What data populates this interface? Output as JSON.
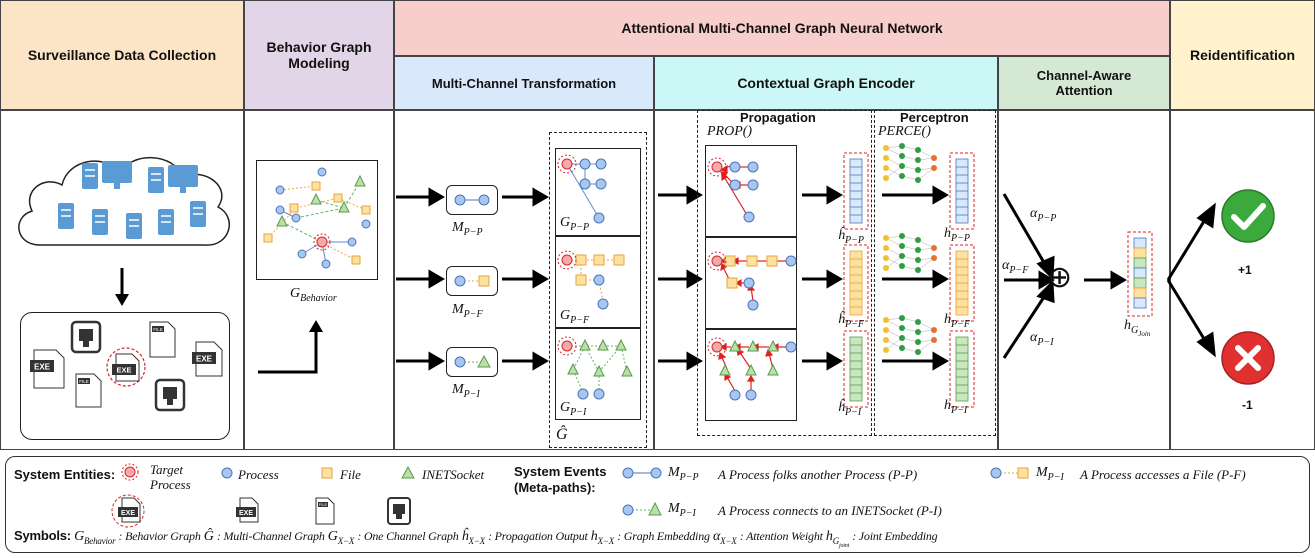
{
  "headers": {
    "stage1": "Surveillance Data Collection",
    "stage2": "Behavior Graph Modeling",
    "stage3_top": "Attentional Multi-Channel Graph Neural Network",
    "stage3a": "Multi-Channel Transformation",
    "stage3b": "Contextual Graph Encoder",
    "stage3c": "Channel-Aware Attention",
    "stage4": "Reidentification"
  },
  "colors": {
    "stage1": "#fce4c6",
    "stage2": "#e1d5e7",
    "stage3_top": "#f8cecc",
    "stage3a": "#dae8fc",
    "stage3b": "#ccf7f7",
    "stage3c": "#d5e8d4",
    "stage4": "#fff2cc",
    "process": "#a8c6f0",
    "file": "#fce1a0",
    "socket": "#b8e0a8",
    "target": "#f4aaaa"
  },
  "labels": {
    "g_behavior": "G",
    "g_behavior_sub": "Behavior",
    "m_pp": "M",
    "m_pp_sub": "P−P",
    "m_pf": "M",
    "m_pf_sub": "P−F",
    "m_pi": "M",
    "m_pi_sub": "P−I",
    "g_pp": "G",
    "g_pp_sub": "P−P",
    "g_pf": "G",
    "g_pf_sub": "P−F",
    "g_pi": "G",
    "g_pi_sub": "P−I",
    "g_hat": "Ĝ",
    "propagation": "Propagation",
    "prop_fn": "PROP()",
    "perceptron": "Perceptron",
    "perce_fn": "PERCE()",
    "hhat_pp": "ĥ",
    "hhat_pp_sub": "P−P",
    "hhat_pf": "ĥ",
    "hhat_pf_sub": "P−F",
    "hhat_pi": "ĥ",
    "hhat_pi_sub": "P−I",
    "h_pp": "h",
    "h_pp_sub": "P−P",
    "h_pf": "h",
    "h_pf_sub": "P−F",
    "h_pi": "h",
    "h_pi_sub": "P−I",
    "alpha_pp": "α",
    "alpha_pp_sub": "P−P",
    "alpha_pf": "α",
    "alpha_pf_sub": "P−F",
    "alpha_pi": "α",
    "alpha_pi_sub": "P−I",
    "oplus": "⊕",
    "h_join": "h",
    "h_join_sub": "G",
    "h_join_subsub": "Join",
    "plus1": "+1",
    "minus1": "-1",
    "exe": "EXE",
    "file": "FILE"
  },
  "legend": {
    "entities_title": "System Entities:",
    "target_process": "Target Process",
    "process": "Process",
    "file": "File",
    "socket": "INETSocket",
    "events_title": "System Events (Meta-paths):",
    "m_pp": "M",
    "m_pp_sub": "P−P",
    "m_pp_desc": "A Process folks another Process (P-P)",
    "m_pi_a": "M",
    "m_pi_a_sub": "P−I",
    "m_pi_a_desc": "A Process accesses a File (P-F)",
    "m_pi_b": "M",
    "m_pi_b_sub": "P−I",
    "m_pi_b_desc": "A Process connects to an INETSocket (P-I)",
    "symbols_title": "Symbols:",
    "sym_gb": "G",
    "sym_gb_sub": "Behavior",
    "sym_gb_desc": ": Behavior Graph",
    "sym_ghat": "Ĝ",
    "sym_ghat_desc": ": Multi-Channel  Graph",
    "sym_gxx": "G",
    "sym_gxx_sub": "X−X",
    "sym_gxx_desc": ": One Channel Graph",
    "sym_hhat": "ĥ",
    "sym_hhat_sub": "X−X",
    "sym_hhat_desc": ": Propagation Output",
    "sym_h": "h",
    "sym_h_sub": "X−X",
    "sym_h_desc": ": Graph Embedding",
    "sym_alpha": "α",
    "sym_alpha_sub": "X−X",
    "sym_alpha_desc": ": Attention Weight",
    "sym_hj": "h",
    "sym_hj_sub": "G",
    "sym_hj_subsub": "joint",
    "sym_hj_desc": ": Joint Embedding"
  }
}
